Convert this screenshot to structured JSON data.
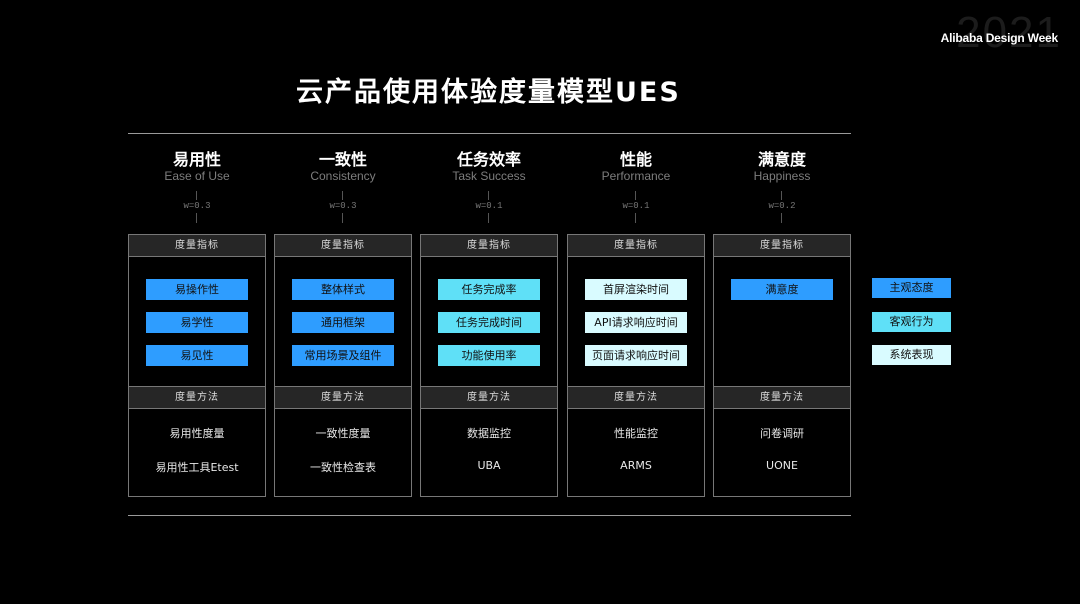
{
  "watermark": "2021",
  "brand": "Alibaba Design Week",
  "title": "云产品使用体验度量模型UES",
  "band_top": "度量指标",
  "band_bottom": "度量方法",
  "columns": [
    {
      "zh": "易用性",
      "en": "Ease of Use",
      "weight": "w=0.3",
      "metrics": [
        "易操作性",
        "易学性",
        "易见性"
      ],
      "metric_tiers": [
        1,
        1,
        1
      ],
      "methods": [
        "易用性度量",
        "易用性工具Etest"
      ]
    },
    {
      "zh": "一致性",
      "en": "Consistency",
      "weight": "w=0.3",
      "metrics": [
        "整体样式",
        "通用框架",
        "常用场景及组件"
      ],
      "metric_tiers": [
        1,
        1,
        1
      ],
      "methods": [
        "一致性度量",
        "一致性检查表"
      ]
    },
    {
      "zh": "任务效率",
      "en": "Task Success",
      "weight": "w=0.1",
      "metrics": [
        "任务完成率",
        "任务完成时间",
        "功能使用率"
      ],
      "metric_tiers": [
        2,
        2,
        2
      ],
      "methods": [
        "数据监控",
        "UBA"
      ]
    },
    {
      "zh": "性能",
      "en": "Performance",
      "weight": "w=0.1",
      "metrics": [
        "首屏渲染时间",
        "API请求响应时间",
        "页面请求响应时间"
      ],
      "metric_tiers": [
        3,
        3,
        3
      ],
      "methods": [
        "性能监控",
        "ARMS"
      ]
    },
    {
      "zh": "满意度",
      "en": "Happiness",
      "weight": "w=0.2",
      "metrics": [
        "满意度"
      ],
      "metric_tiers": [
        1
      ],
      "methods": [
        "问卷调研",
        "UONE"
      ]
    }
  ],
  "legend": [
    "主观态度",
    "客观行为",
    "系统表现"
  ],
  "colors": {
    "tier1": "#2e9dff",
    "tier2": "#5fe0f7",
    "tier3": "#d9fbff",
    "background": "#000000"
  }
}
